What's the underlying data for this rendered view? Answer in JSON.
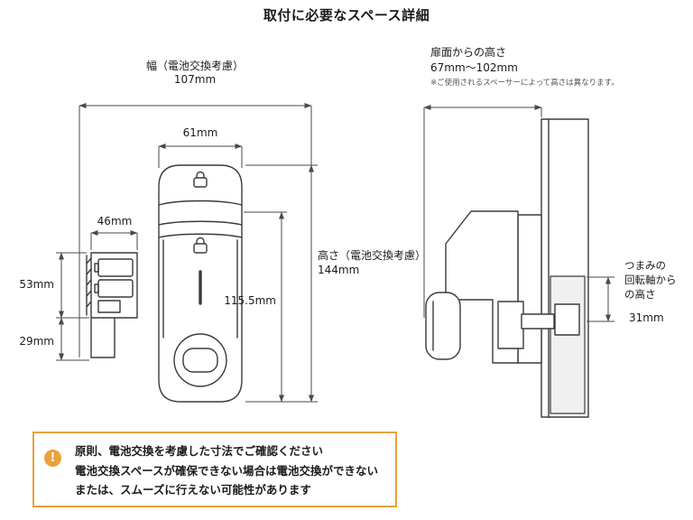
{
  "colors": {
    "accent_orange": "#E9A13B",
    "line": "#3a3a3a",
    "dim_line": "#4a4a4a",
    "text": "#1a1a1a"
  },
  "title": "取付に必要なスペース詳細",
  "front_view": {
    "width_label": "幅（電池交換考慮）",
    "width_value": "107mm",
    "body_width": "61mm",
    "battery_width": "46mm",
    "battery_height": "53mm",
    "axis_offset": "29mm",
    "height_label": "高さ（電池交換考慮）",
    "height_value": "144mm",
    "body_height": "115.5mm"
  },
  "side_view": {
    "door_offset_label": "扉面からの高さ",
    "door_offset_value": "67mm〜102mm",
    "door_offset_note": "※ご使用されるスペーサーによって高さは異なります。",
    "knob_axis_label": "つまみの\n回転軸から\nの高さ",
    "knob_axis_value": "31mm"
  },
  "warning": {
    "icon_glyph": "!",
    "lines": [
      "原則、電池交換を考慮した寸法でご確認ください",
      "電池交換スペースが確保できない場合は電池交換ができない",
      "または、スムーズに行えない可能性があります"
    ]
  }
}
